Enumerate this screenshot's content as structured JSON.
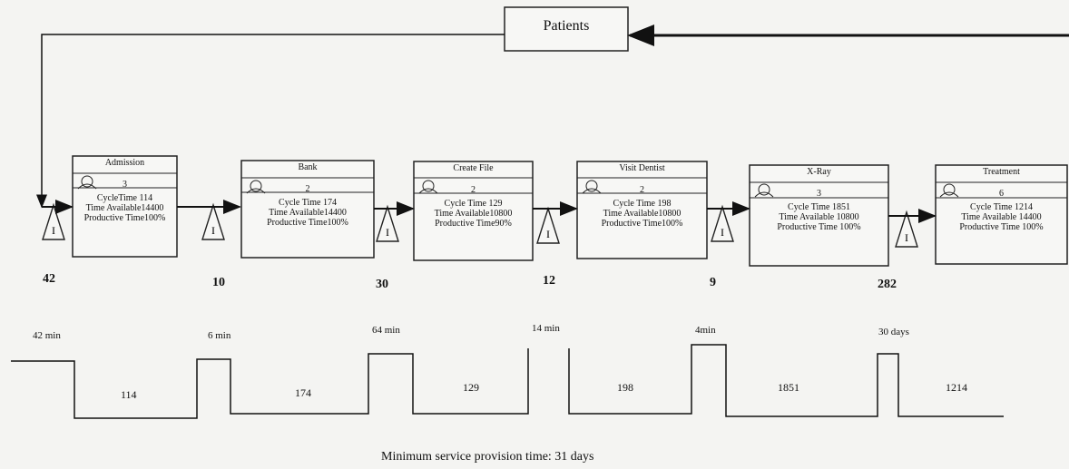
{
  "patients": {
    "label": "Patients"
  },
  "processes": [
    {
      "name": "Admission",
      "operators": "3",
      "cycle_time": "CycleTime 114",
      "time_available": "Time Available14400",
      "productive_time": "Productive Time100%"
    },
    {
      "name": "Bank",
      "operators": "2",
      "cycle_time": "Cycle Time 174",
      "time_available": "Time Available14400",
      "productive_time": "Productive Time100%"
    },
    {
      "name": "Create File",
      "operators": "2",
      "cycle_time": "Cycle Time 129",
      "time_available": "Time Available10800",
      "productive_time": "Productive Time90%"
    },
    {
      "name": "Visit Dentist",
      "operators": "2",
      "cycle_time": "Cycle Time 198",
      "time_available": "Time Available10800",
      "productive_time": "Productive Time100%"
    },
    {
      "name": "X-Ray",
      "operators": "3",
      "cycle_time": "Cycle Time 1851",
      "time_available": "Time Available 10800",
      "productive_time": "Productive Time 100%"
    },
    {
      "name": "Treatment",
      "operators": "6",
      "cycle_time": "Cycle Time 1214",
      "time_available": "Time Available 14400",
      "productive_time": "Productive Time 100%"
    }
  ],
  "inventory": [
    "42",
    "10",
    "30",
    "12",
    "9",
    "282"
  ],
  "timeline": {
    "wait_times": [
      "42 min",
      "6 min",
      "64 min",
      "14 min",
      "4min",
      "30 days"
    ],
    "cycle_times": [
      "114",
      "174",
      "129",
      "198",
      "1851",
      "1214"
    ]
  },
  "summary": "Minimum service provision time: 31 days"
}
